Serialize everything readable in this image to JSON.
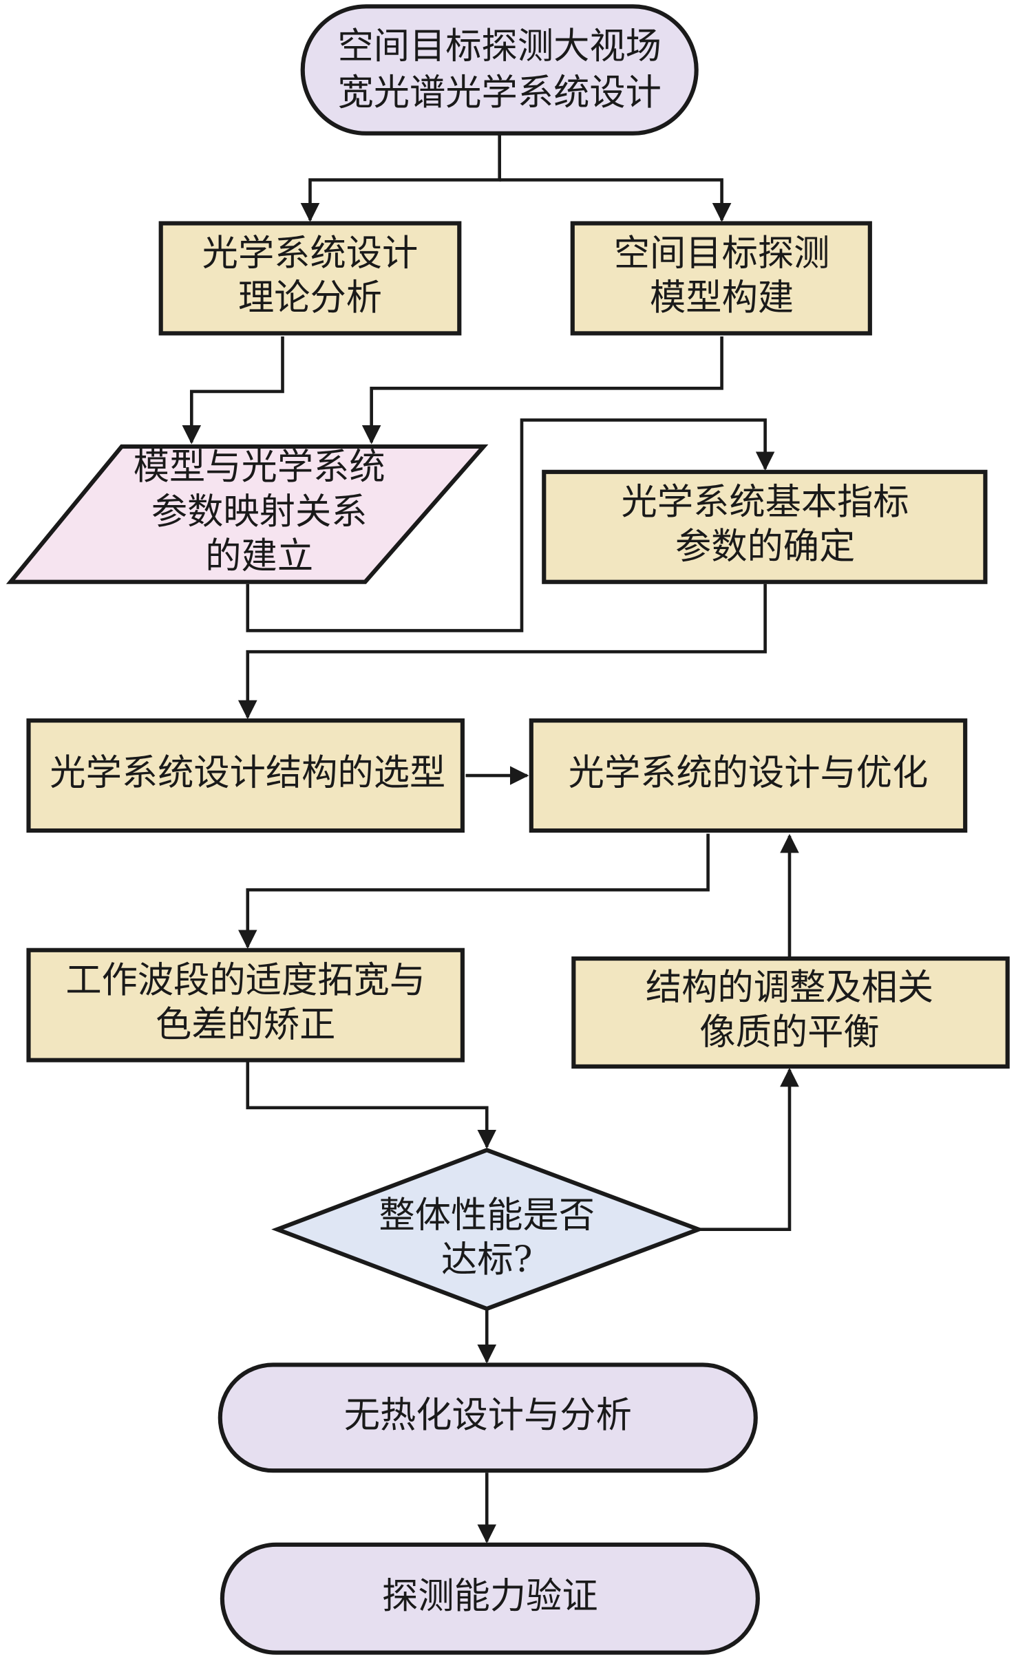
{
  "colors": {
    "terminal_fill": "#e6dff0",
    "process_fill": "#f2e6c0",
    "io_fill": "#f6e4f0",
    "decision_fill": "#dfe6f4",
    "line": "#1a1a1a"
  },
  "nodes": {
    "start": {
      "lines": [
        "空间目标探测大视场",
        "宽光谱光学系统设计"
      ]
    },
    "theory": {
      "lines": [
        "光学系统设计",
        "理论分析"
      ]
    },
    "model": {
      "lines": [
        "空间目标探测",
        "模型构建"
      ]
    },
    "mapping": {
      "lines": [
        "模型与光学系统",
        "参数映射关系",
        "的建立"
      ]
    },
    "params": {
      "lines": [
        "光学系统基本指标",
        "参数的确定"
      ]
    },
    "structure": {
      "lines": [
        "光学系统设计结构的选型"
      ]
    },
    "optimize": {
      "lines": [
        "光学系统的设计与优化"
      ]
    },
    "waveband": {
      "lines": [
        "工作波段的适度拓宽与",
        "色差的矫正"
      ]
    },
    "adjust": {
      "lines": [
        "结构的调整及相关",
        "像质的平衡"
      ]
    },
    "decision": {
      "lines": [
        "整体性能是否",
        "达标?"
      ]
    },
    "athermal": {
      "lines": [
        "无热化设计与分析"
      ]
    },
    "verify": {
      "lines": [
        "探测能力验证"
      ]
    }
  }
}
